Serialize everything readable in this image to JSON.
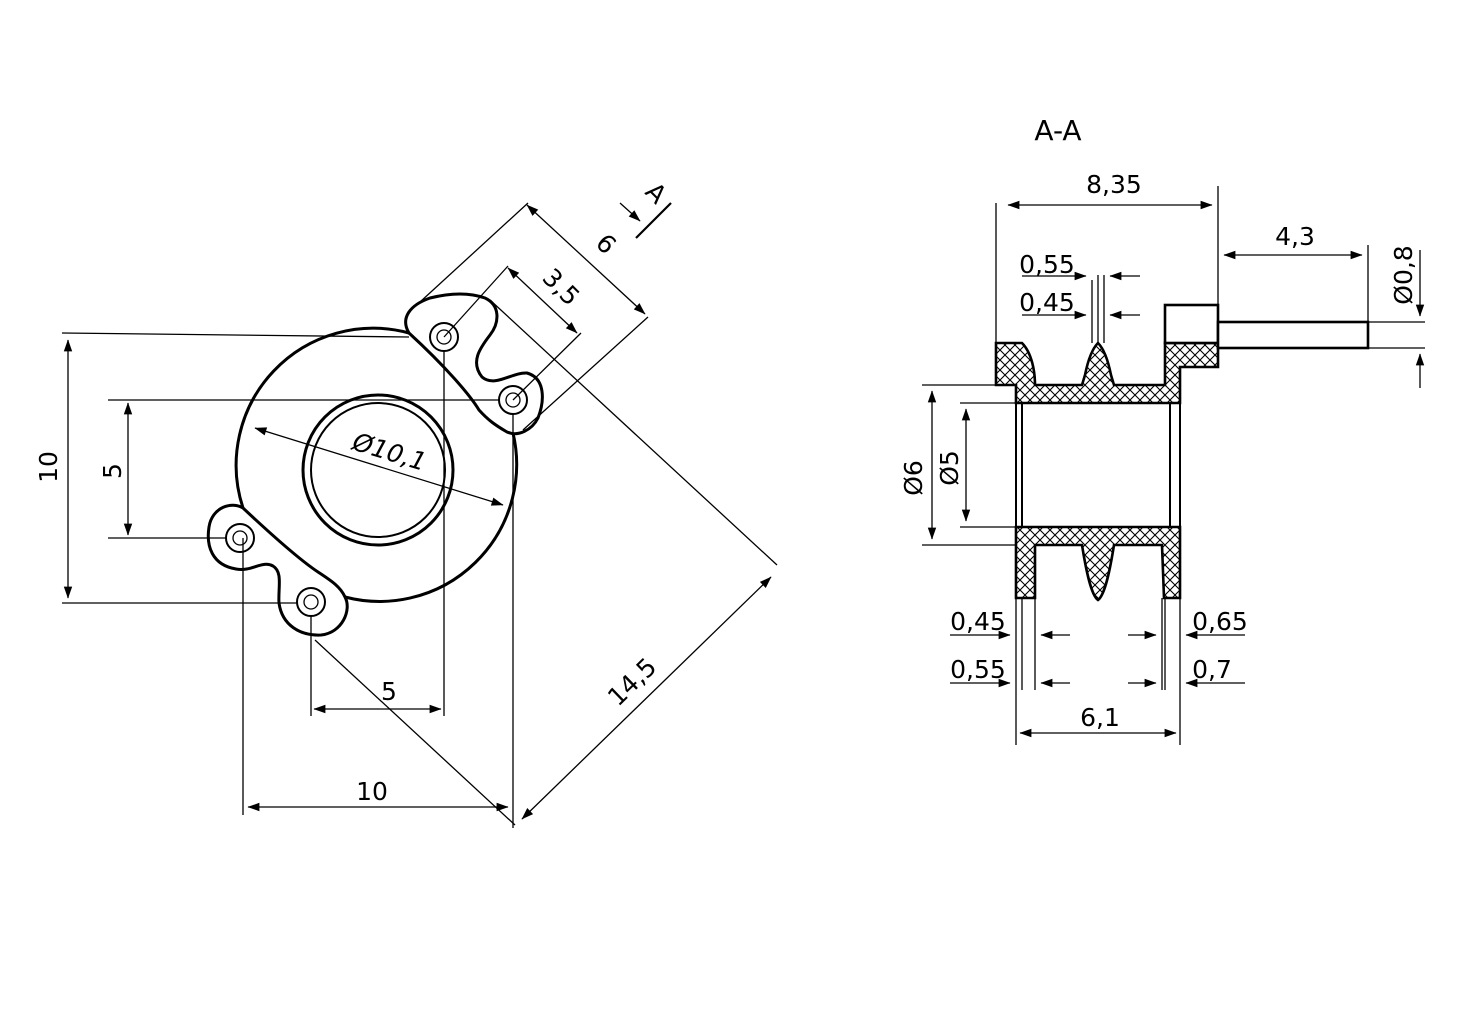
{
  "section_title": "A-A",
  "section_marker": "A",
  "front_view": {
    "dims": {
      "height_overall": "10",
      "pin_pitch_vertical": "5",
      "pin_pitch_horizontal": "5",
      "width_overall": "10",
      "bore_diameter": "Ø10,1",
      "diagonal_overall": "14,5",
      "flange_width": "6",
      "pin_pitch_diagonal": "3,5"
    }
  },
  "section_view": {
    "dims": {
      "overall_length": "8,35",
      "pin_length": "4,3",
      "pin_diameter": "Ø0,8",
      "rib_width_top": "0,55",
      "rib_gap_top": "0,45",
      "outer_diameter": "Ø6",
      "inner_diameter": "Ø5",
      "left_wall_a": "0,45",
      "left_wall_b": "0,55",
      "right_wall_a": "0,65",
      "right_wall_b": "0,7",
      "bottom_length": "6,1"
    }
  }
}
